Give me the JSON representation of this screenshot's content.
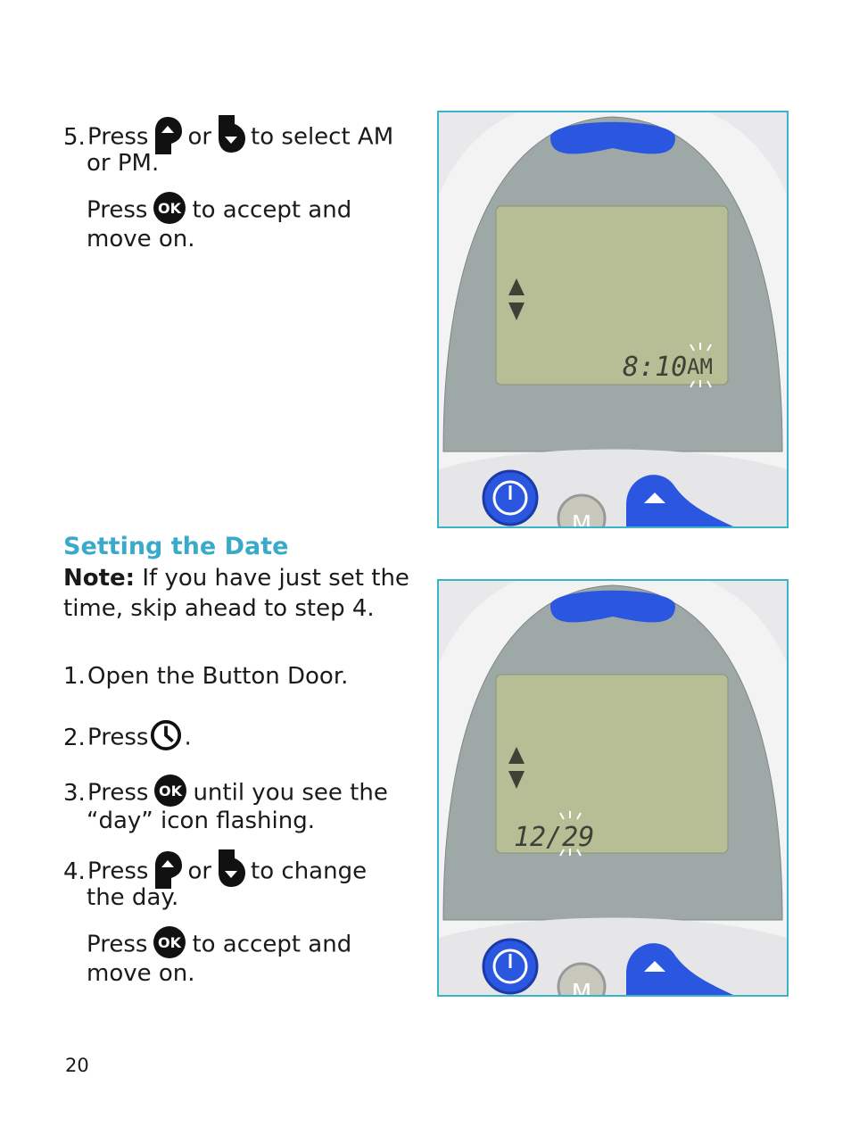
{
  "step5": {
    "number": "5.",
    "press": "Press",
    "or": "or",
    "text1": "to select AM",
    "text2": "or PM.",
    "press2": "Press",
    "accept1": "to accept and",
    "accept2": "move on."
  },
  "section": {
    "heading": "Setting the Date",
    "note_label": "Note:",
    "note_text1": "If you have just set the",
    "note_text2": "time, skip ahead to step 4.",
    "steps": [
      {
        "number": "1.",
        "text": "Open the Button Door."
      },
      {
        "number": "2.",
        "press": "Press",
        "after": "."
      },
      {
        "number": "3.",
        "press": "Press",
        "text1": "until you see the",
        "text2": "“day” icon flashing."
      },
      {
        "number": "4.",
        "press": "Press",
        "or": "or",
        "text1": "to change",
        "text2": "the day.",
        "press2": "Press",
        "accept1": "to accept and",
        "accept2": "move on."
      }
    ]
  },
  "icons": {
    "up": "up-button-icon",
    "down": "down-button-icon",
    "ok": "ok-button-icon",
    "clock": "clock-button-icon"
  },
  "device1": {
    "lcd_time": "8:10",
    "lcd_ampm": "AM",
    "flashing": "AM"
  },
  "device2": {
    "lcd_date": "12/29",
    "flashing": "29"
  },
  "colors": {
    "heading": "#3aaacb",
    "frame": "#3ab4c8",
    "button_blue": "#2b57e0",
    "lcd": "#b7be96"
  },
  "page_number": "20"
}
